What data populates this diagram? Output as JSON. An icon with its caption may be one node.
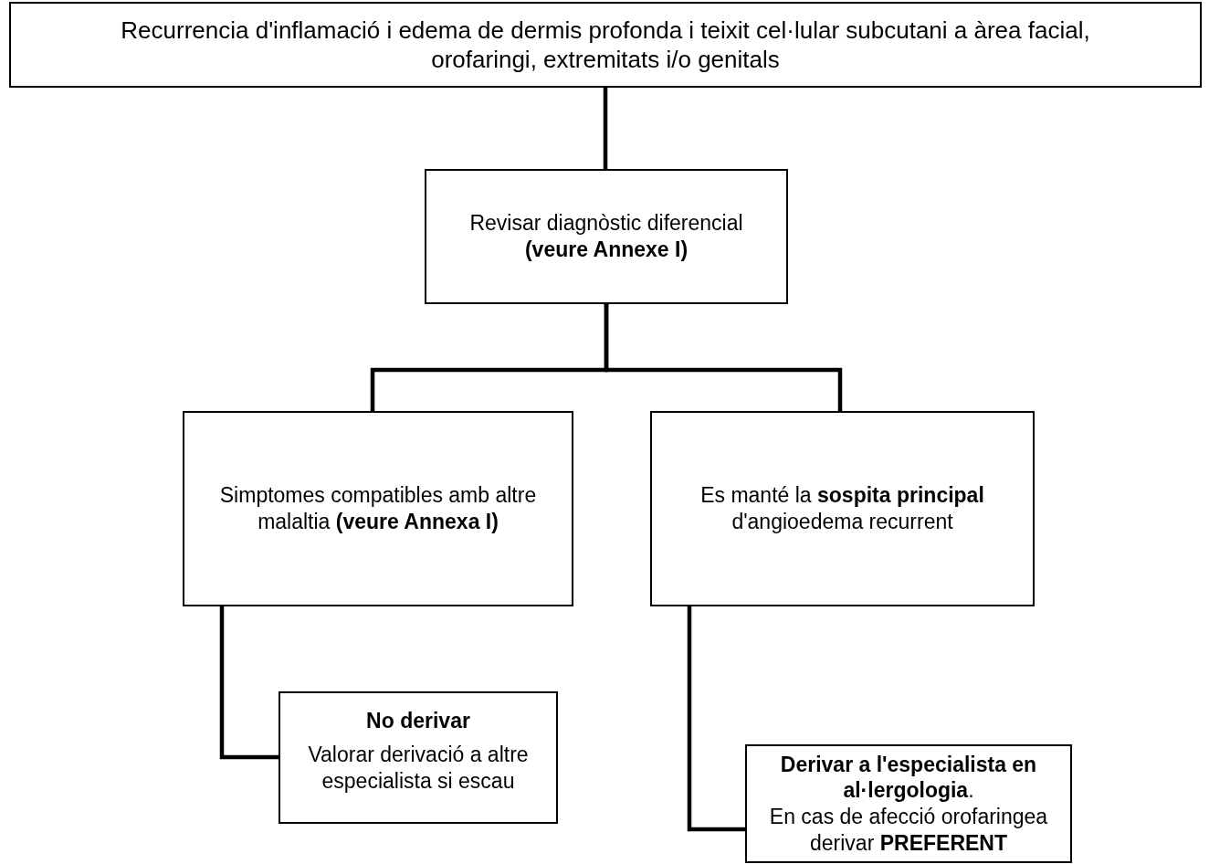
{
  "diagram": {
    "nodes": [
      {
        "text": [
          "Recurrencia d'inflamació i edema de dermis profonda i teixit cel·lular subcutani a àrea facial, orofaringi, extremitats i/o genitals"
        ]
      },
      {
        "text": [
          "Revisar diagnòstic diferencial **(veure Annexe  I)**"
        ]
      },
      {
        "text": [
          "Simptomes compatibles amb altre malaltia **(veure Annexa I)**"
        ]
      },
      {
        "text": [
          "Es manté la **sospita principal** d'angioedema recurrent"
        ]
      },
      {
        "text": [
          "No derivar",
          "Valorar derivació a altre especialista si escau"
        ]
      },
      {
        "text": [
          "**Derivar a l'especialista en al·lergologia**.",
          "En cas de afecció orofaringea derivar **PREFERENT**"
        ]
      }
    ],
    "edges": [
      {
        "from": 0,
        "to": 1,
        "arrow": "none"
      },
      {
        "from": 1,
        "to": 2,
        "arrow": "none"
      },
      {
        "from": 1,
        "to": 3,
        "arrow": "none"
      },
      {
        "from": 2,
        "to": 4,
        "arrow": "none"
      },
      {
        "from": 3,
        "to": 5,
        "arrow": "none"
      }
    ]
  }
}
